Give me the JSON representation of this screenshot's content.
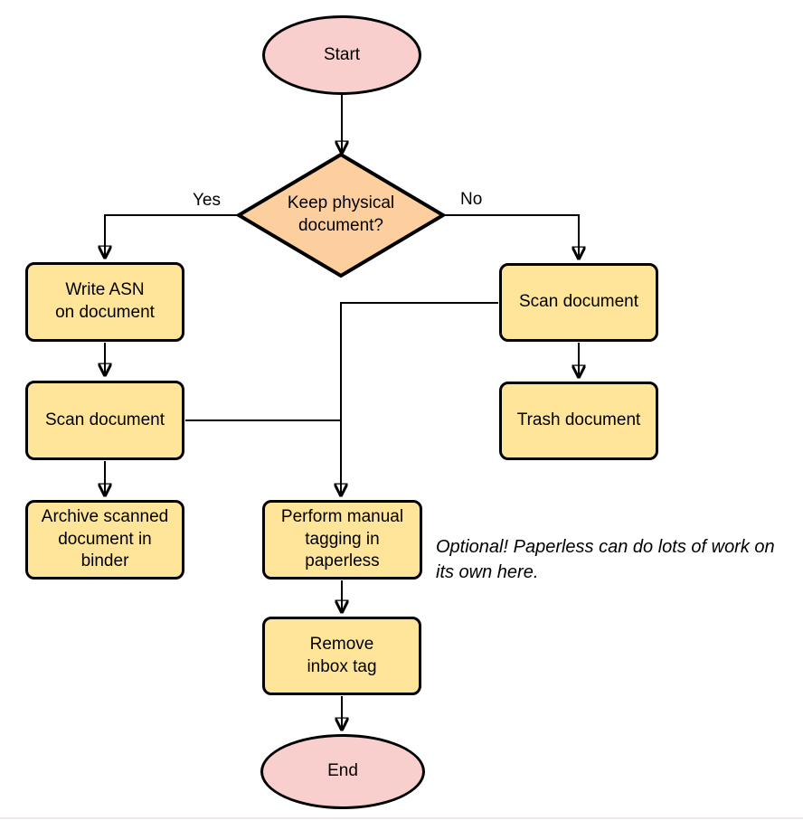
{
  "colors": {
    "background": "#ffffff",
    "stroke": "#000000",
    "process_fill": "#ffe59a",
    "decision_fill": "#fdcf9e",
    "terminal_fill": "#f9cfce",
    "text": "#000000"
  },
  "nodes": {
    "start": {
      "label": "Start",
      "type": "terminal"
    },
    "decision": {
      "label": "Keep physical\ndocument?",
      "type": "decision"
    },
    "write_asn": {
      "label": "Write ASN\non document",
      "type": "process"
    },
    "scan_left": {
      "label": "Scan document",
      "type": "process"
    },
    "archive": {
      "label": "Archive scanned\ndocument in\nbinder",
      "type": "process"
    },
    "scan_right": {
      "label": "Scan document",
      "type": "process"
    },
    "trash": {
      "label": "Trash document",
      "type": "process"
    },
    "perform_tagging": {
      "label": "Perform manual\ntagging in\npaperless",
      "type": "process"
    },
    "remove_inbox_tag": {
      "label": "Remove\ninbox tag",
      "type": "process"
    },
    "end": {
      "label": "End",
      "type": "terminal"
    }
  },
  "edge_labels": {
    "yes": "Yes",
    "no": "No"
  },
  "annotation": {
    "text": "Optional! Paperless can do lots of work on\nits own here."
  }
}
